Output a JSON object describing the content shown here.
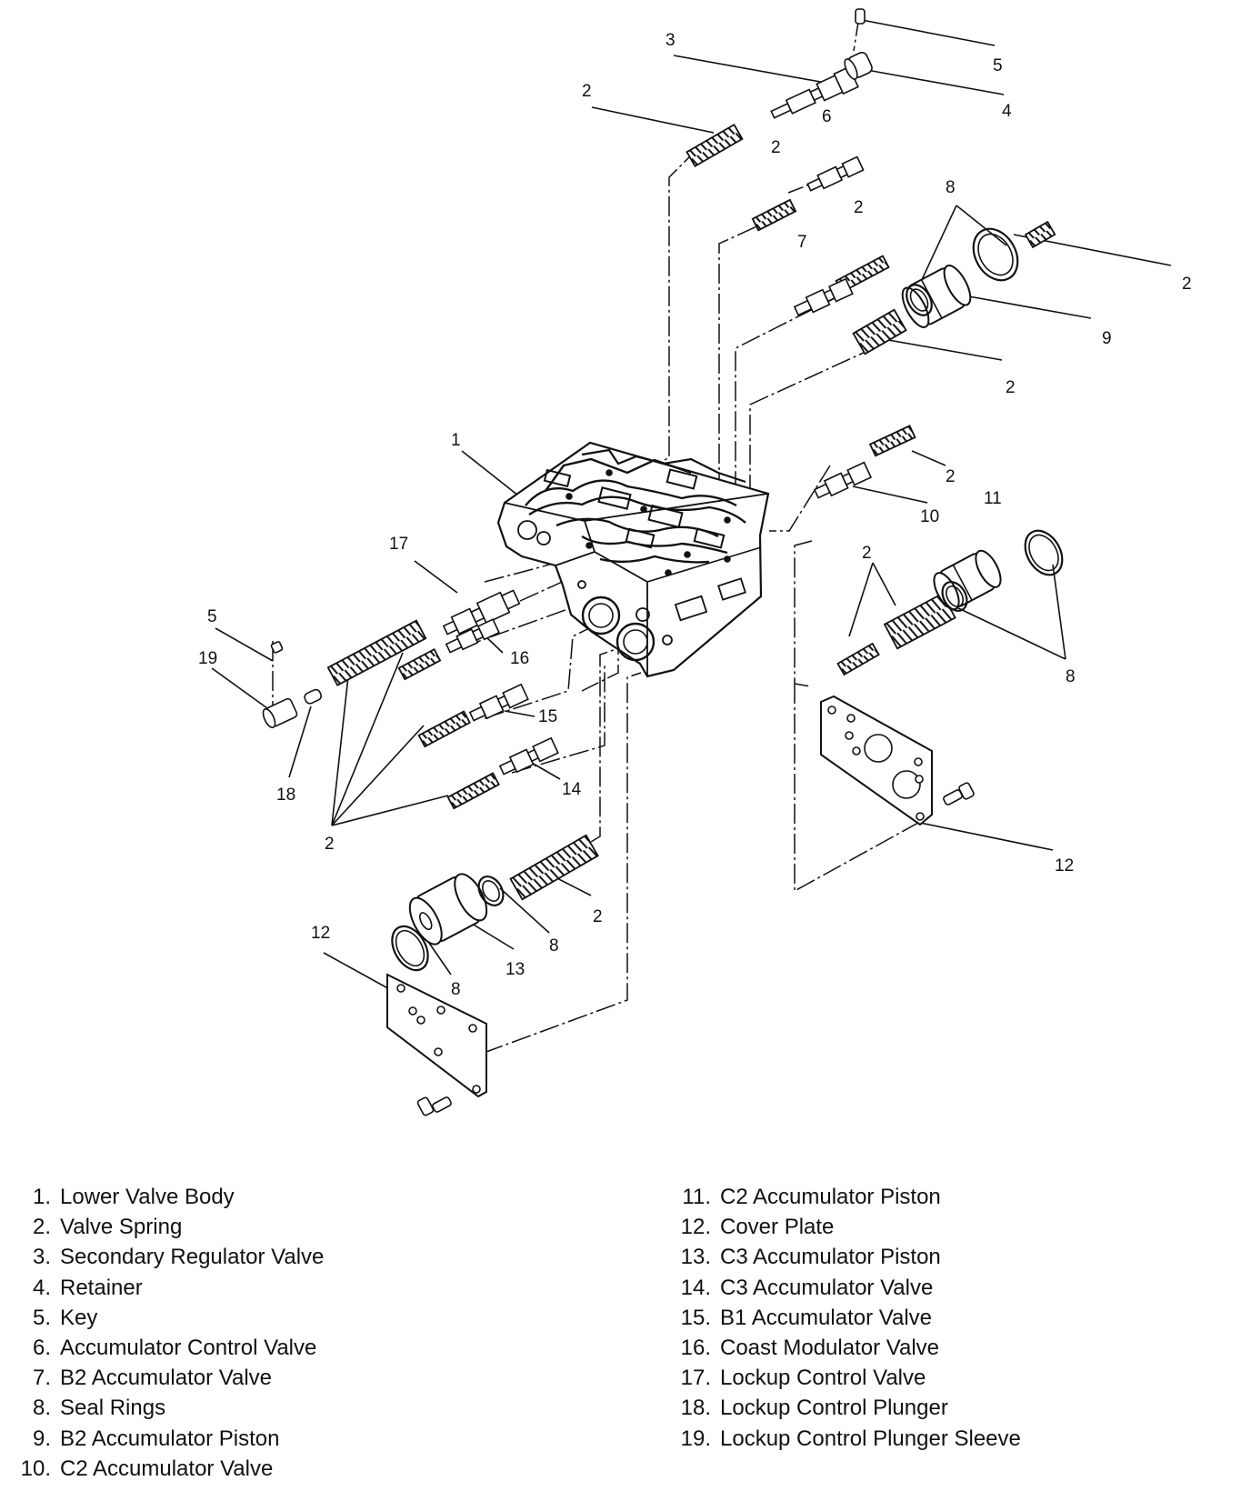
{
  "legend_left": [
    {
      "num": "1.",
      "label": "Lower Valve Body"
    },
    {
      "num": "2.",
      "label": "Valve Spring"
    },
    {
      "num": "3.",
      "label": "Secondary Regulator Valve"
    },
    {
      "num": "4.",
      "label": "Retainer"
    },
    {
      "num": "5.",
      "label": "Key"
    },
    {
      "num": "6.",
      "label": "Accumulator Control Valve"
    },
    {
      "num": "7.",
      "label": "B2 Accumulator Valve"
    },
    {
      "num": "8.",
      "label": "Seal Rings"
    },
    {
      "num": "9.",
      "label": "B2 Accumulator Piston"
    },
    {
      "num": "10.",
      "label": "C2 Accumulator Valve"
    }
  ],
  "legend_right": [
    {
      "num": "11.",
      "label": "C2 Accumulator Piston"
    },
    {
      "num": "12.",
      "label": "Cover Plate"
    },
    {
      "num": "13.",
      "label": "C3 Accumulator Piston"
    },
    {
      "num": "14.",
      "label": "C3 Accumulator Valve"
    },
    {
      "num": "15.",
      "label": "B1 Accumulator Valve"
    },
    {
      "num": "16.",
      "label": "Coast Modulator Valve"
    },
    {
      "num": "17.",
      "label": "Lockup Control Valve"
    },
    {
      "num": "18.",
      "label": "Lockup Control Plunger"
    },
    {
      "num": "19.",
      "label": "Lockup Control Plunger Sleeve"
    }
  ],
  "callouts": {
    "c1": "1",
    "c2_a": "2",
    "c2_b": "2",
    "c2_c": "2",
    "c2_d": "2",
    "c2_e": "2",
    "c2_f": "2",
    "c2_g": "2",
    "c2_h": "2",
    "c2_i": "2",
    "c3": "3",
    "c4": "4",
    "c5_top": "5",
    "c5_left": "5",
    "c6": "6",
    "c7": "7",
    "c8_top": "8",
    "c8_right": "8",
    "c8_bottom_a": "8",
    "c8_bottom_b": "8",
    "c9": "9",
    "c10": "10",
    "c11": "11",
    "c12_right": "12",
    "c12_left": "12",
    "c13": "13",
    "c14": "14",
    "c15": "15",
    "c16": "16",
    "c17": "17",
    "c18": "18",
    "c19": "19"
  },
  "colors": {
    "ink": "#111111",
    "background": "#ffffff"
  }
}
